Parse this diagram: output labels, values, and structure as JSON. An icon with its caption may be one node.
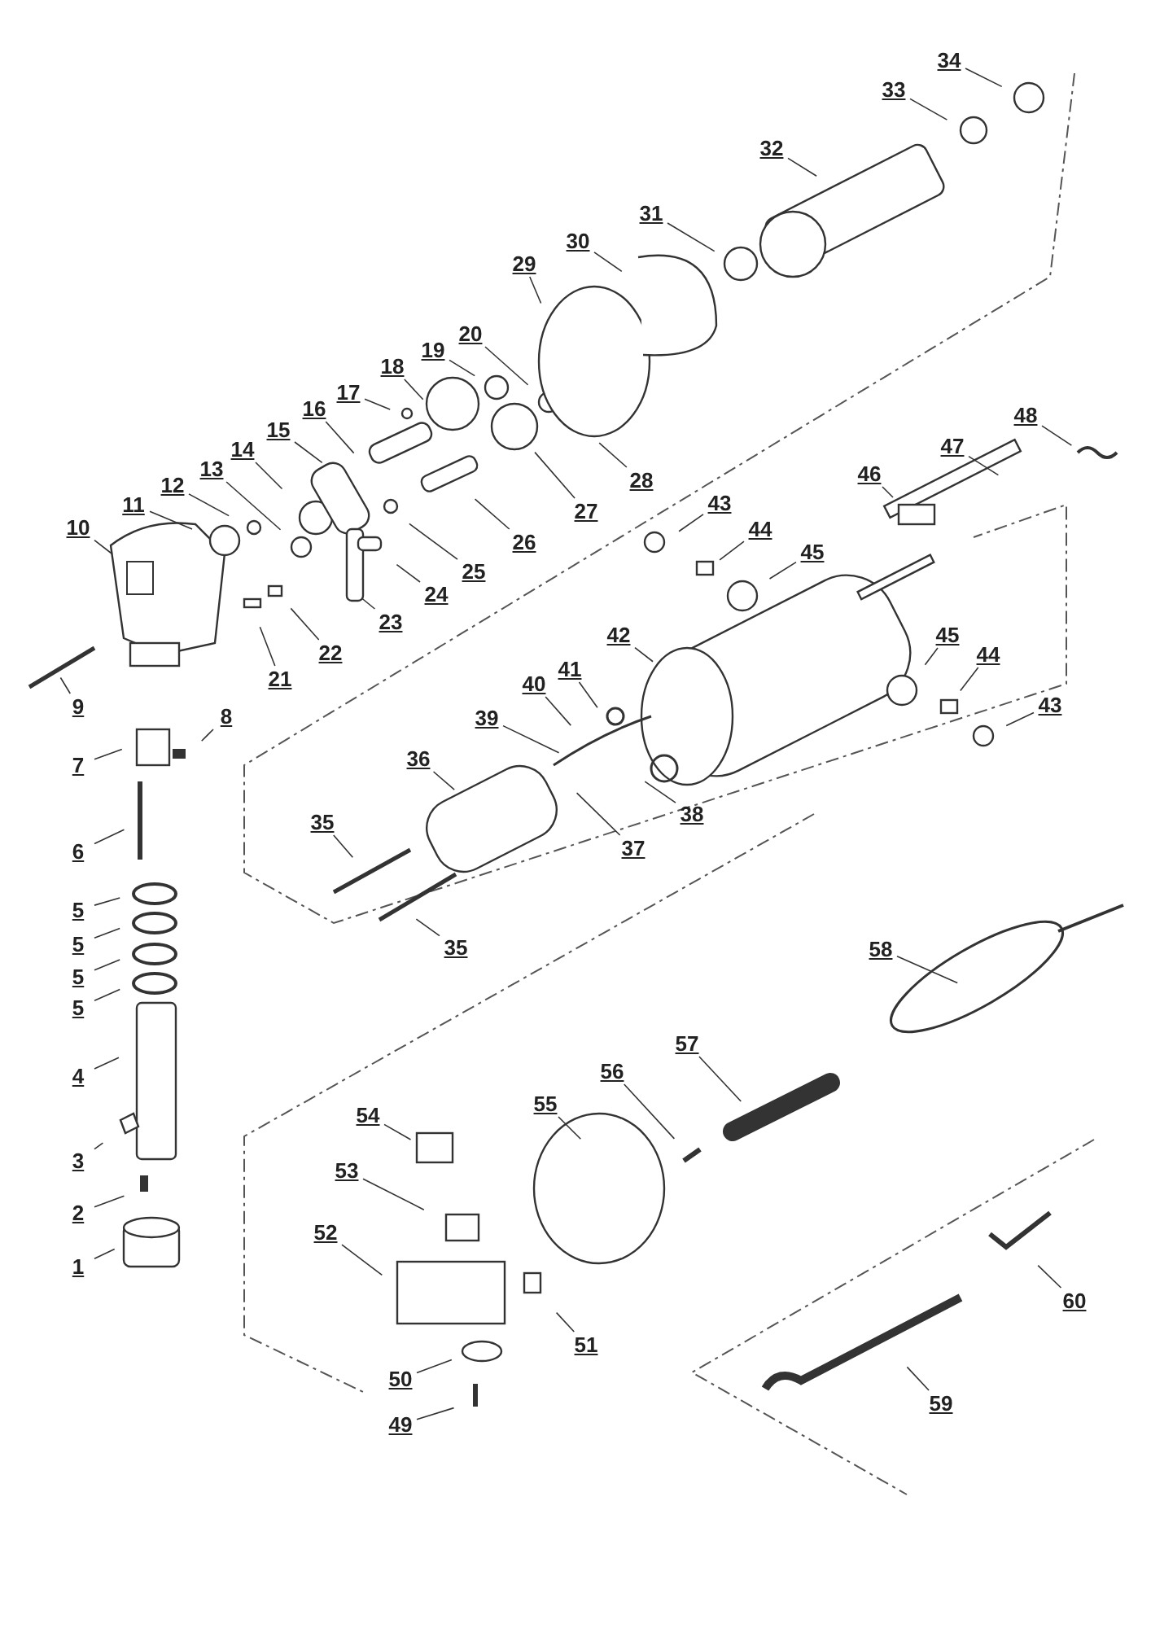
{
  "diagram": {
    "nodes": [
      {
        "text": [
          "1"
        ]
      },
      {
        "text": [
          "2"
        ]
      },
      {
        "text": [
          "3"
        ]
      },
      {
        "text": [
          "4"
        ]
      },
      {
        "text": [
          "5"
        ]
      },
      {
        "text": [
          "5"
        ]
      },
      {
        "text": [
          "5"
        ]
      },
      {
        "text": [
          "5"
        ]
      },
      {
        "text": [
          "6"
        ]
      },
      {
        "text": [
          "7"
        ]
      },
      {
        "text": [
          "8"
        ]
      },
      {
        "text": [
          "9"
        ]
      },
      {
        "text": [
          "10"
        ]
      },
      {
        "text": [
          "11"
        ]
      },
      {
        "text": [
          "12"
        ]
      },
      {
        "text": [
          "13"
        ]
      },
      {
        "text": [
          "14"
        ]
      },
      {
        "text": [
          "15"
        ]
      },
      {
        "text": [
          "16"
        ]
      },
      {
        "text": [
          "17"
        ]
      },
      {
        "text": [
          "18"
        ]
      },
      {
        "text": [
          "19"
        ]
      },
      {
        "text": [
          "20"
        ]
      },
      {
        "text": [
          "21"
        ]
      },
      {
        "text": [
          "22"
        ]
      },
      {
        "text": [
          "23"
        ]
      },
      {
        "text": [
          "24"
        ]
      },
      {
        "text": [
          "25"
        ]
      },
      {
        "text": [
          "26"
        ]
      },
      {
        "text": [
          "27"
        ]
      },
      {
        "text": [
          "28"
        ]
      },
      {
        "text": [
          "29"
        ]
      },
      {
        "text": [
          "30"
        ]
      },
      {
        "text": [
          "31"
        ]
      },
      {
        "text": [
          "32"
        ]
      },
      {
        "text": [
          "33"
        ]
      },
      {
        "text": [
          "34"
        ]
      },
      {
        "text": [
          "35"
        ]
      },
      {
        "text": [
          "35"
        ]
      },
      {
        "text": [
          "36"
        ]
      },
      {
        "text": [
          "37"
        ]
      },
      {
        "text": [
          "38"
        ]
      },
      {
        "text": [
          "39"
        ]
      },
      {
        "text": [
          "40"
        ]
      },
      {
        "text": [
          "41"
        ]
      },
      {
        "text": [
          "42"
        ]
      },
      {
        "text": [
          "43"
        ]
      },
      {
        "text": [
          "43"
        ]
      },
      {
        "text": [
          "44"
        ]
      },
      {
        "text": [
          "44"
        ]
      },
      {
        "text": [
          "45"
        ]
      },
      {
        "text": [
          "45"
        ]
      },
      {
        "text": [
          "46"
        ]
      },
      {
        "text": [
          "47"
        ]
      },
      {
        "text": [
          "48"
        ]
      },
      {
        "text": [
          "49"
        ]
      },
      {
        "text": [
          "50"
        ]
      },
      {
        "text": [
          "51"
        ]
      },
      {
        "text": [
          "52"
        ]
      },
      {
        "text": [
          "53"
        ]
      },
      {
        "text": [
          "54"
        ]
      },
      {
        "text": [
          "55"
        ]
      },
      {
        "text": [
          "56"
        ]
      },
      {
        "text": [
          "57"
        ]
      },
      {
        "text": [
          "58"
        ]
      },
      {
        "text": [
          "59"
        ]
      },
      {
        "text": [
          "60"
        ]
      }
    ],
    "edges": [
      {
        "from": 0,
        "to": null,
        "arrow": "none"
      },
      {
        "from": 1,
        "to": null,
        "arrow": "none"
      },
      {
        "from": 2,
        "to": null,
        "arrow": "none"
      },
      {
        "from": 3,
        "to": null,
        "arrow": "none"
      },
      {
        "from": 4,
        "to": null,
        "arrow": "none"
      },
      {
        "from": 5,
        "to": null,
        "arrow": "none"
      },
      {
        "from": 6,
        "to": null,
        "arrow": "none"
      },
      {
        "from": 7,
        "to": null,
        "arrow": "none"
      },
      {
        "from": 8,
        "to": null,
        "arrow": "none"
      },
      {
        "from": 9,
        "to": null,
        "arrow": "none"
      },
      {
        "from": 10,
        "to": null,
        "arrow": "none"
      },
      {
        "from": 11,
        "to": null,
        "arrow": "none"
      },
      {
        "from": 12,
        "to": null,
        "arrow": "none"
      },
      {
        "from": 13,
        "to": null,
        "arrow": "none"
      },
      {
        "from": 14,
        "to": null,
        "arrow": "none"
      },
      {
        "from": 15,
        "to": null,
        "arrow": "none"
      },
      {
        "from": 16,
        "to": null,
        "arrow": "none"
      },
      {
        "from": 17,
        "to": null,
        "arrow": "none"
      },
      {
        "from": 18,
        "to": null,
        "arrow": "none"
      },
      {
        "from": 19,
        "to": null,
        "arrow": "none"
      },
      {
        "from": 20,
        "to": null,
        "arrow": "none"
      },
      {
        "from": 21,
        "to": null,
        "arrow": "none"
      },
      {
        "from": 22,
        "to": null,
        "arrow": "none"
      },
      {
        "from": 23,
        "to": null,
        "arrow": "none"
      },
      {
        "from": 24,
        "to": null,
        "arrow": "none"
      },
      {
        "from": 25,
        "to": null,
        "arrow": "none"
      },
      {
        "from": 26,
        "to": null,
        "arrow": "none"
      },
      {
        "from": 27,
        "to": null,
        "arrow": "none"
      },
      {
        "from": 28,
        "to": null,
        "arrow": "none"
      },
      {
        "from": 29,
        "to": null,
        "arrow": "none"
      },
      {
        "from": 30,
        "to": null,
        "arrow": "none"
      },
      {
        "from": 31,
        "to": null,
        "arrow": "none"
      },
      {
        "from": 32,
        "to": null,
        "arrow": "none"
      },
      {
        "from": 33,
        "to": null,
        "arrow": "none"
      },
      {
        "from": 34,
        "to": null,
        "arrow": "none"
      },
      {
        "from": 35,
        "to": null,
        "arrow": "none"
      },
      {
        "from": 36,
        "to": null,
        "arrow": "none"
      },
      {
        "from": 37,
        "to": null,
        "arrow": "none"
      },
      {
        "from": 38,
        "to": null,
        "arrow": "none"
      },
      {
        "from": 39,
        "to": null,
        "arrow": "none"
      },
      {
        "from": 40,
        "to": null,
        "arrow": "none"
      },
      {
        "from": 41,
        "to": null,
        "arrow": "none"
      },
      {
        "from": 42,
        "to": null,
        "arrow": "none"
      },
      {
        "from": 43,
        "to": null,
        "arrow": "none"
      },
      {
        "from": 44,
        "to": null,
        "arrow": "none"
      },
      {
        "from": 45,
        "to": null,
        "arrow": "none"
      },
      {
        "from": 46,
        "to": null,
        "arrow": "none"
      },
      {
        "from": 47,
        "to": null,
        "arrow": "none"
      },
      {
        "from": 48,
        "to": null,
        "arrow": "none"
      },
      {
        "from": 49,
        "to": null,
        "arrow": "none"
      },
      {
        "from": 50,
        "to": null,
        "arrow": "none"
      },
      {
        "from": 51,
        "to": null,
        "arrow": "none"
      },
      {
        "from": 52,
        "to": null,
        "arrow": "none"
      },
      {
        "from": 53,
        "to": null,
        "arrow": "none"
      },
      {
        "from": 54,
        "to": null,
        "arrow": "none"
      },
      {
        "from": 55,
        "to": null,
        "arrow": "none"
      },
      {
        "from": 56,
        "to": null,
        "arrow": "none"
      },
      {
        "from": 57,
        "to": null,
        "arrow": "none"
      },
      {
        "from": 58,
        "to": null,
        "arrow": "none"
      },
      {
        "from": 59,
        "to": null,
        "arrow": "none"
      },
      {
        "from": 60,
        "to": null,
        "arrow": "none"
      },
      {
        "from": 61,
        "to": null,
        "arrow": "none"
      },
      {
        "from": 62,
        "to": null,
        "arrow": "none"
      },
      {
        "from": 63,
        "to": null,
        "arrow": "none"
      },
      {
        "from": 64,
        "to": null,
        "arrow": "none"
      },
      {
        "from": 65,
        "to": null,
        "arrow": "none"
      },
      {
        "from": 66,
        "to": null,
        "arrow": "none"
      }
    ]
  }
}
